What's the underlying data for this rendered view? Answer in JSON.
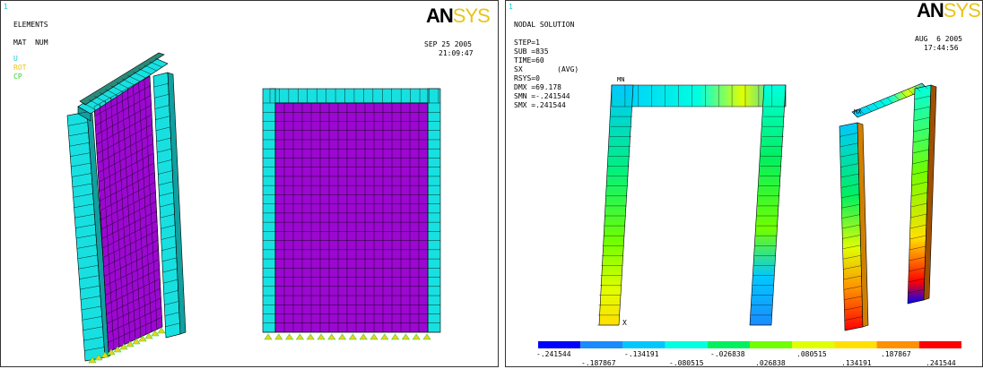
{
  "left_window": {
    "window_number": "1",
    "title": "ELEMENTS",
    "mode": "MAT  NUM",
    "legend_symbols": [
      {
        "label": "U",
        "color": "#18c8d8"
      },
      {
        "label": "ROT",
        "color": "#e8c418"
      },
      {
        "label": "CP",
        "color": "#2fd12f"
      }
    ],
    "logo_an": "AN",
    "logo_sys": "SYS",
    "date": "SEP 25 2005",
    "time": "21:09:47",
    "colors": {
      "shell": "#9b08d0",
      "beam": "#18e0e0",
      "support": "#f0d020"
    }
  },
  "right_window": {
    "window_number": "1",
    "title": "NODAL SOLUTION",
    "step": "STEP=1",
    "sub": "SUB =835",
    "time_val": "TIME=60",
    "sx": "SX        (AVG)",
    "rsys": "RSYS=0",
    "dmx": "DMX =69.178",
    "smn": "SMN =-.241544",
    "smx": "SMX =.241544",
    "logo_an": "AN",
    "logo_sys": "SYS",
    "date": "AUG  6 2005",
    "time": "17:44:56",
    "mn_label": "MN",
    "mx_label": "MX",
    "x_label": "X",
    "contour_legend": {
      "colors": [
        "#0000ff",
        "#1a8cff",
        "#00c8ff",
        "#00ffe0",
        "#00f060",
        "#70ff00",
        "#e0ff00",
        "#ffe000",
        "#ff9000",
        "#ff0000"
      ],
      "labels_top": [
        "-.241544",
        "-.134191",
        "-.026838",
        ".080515",
        ".187867"
      ],
      "labels_bottom": [
        "-.187867",
        "-.080515",
        ".026838",
        ".134191",
        ".241544"
      ]
    }
  }
}
